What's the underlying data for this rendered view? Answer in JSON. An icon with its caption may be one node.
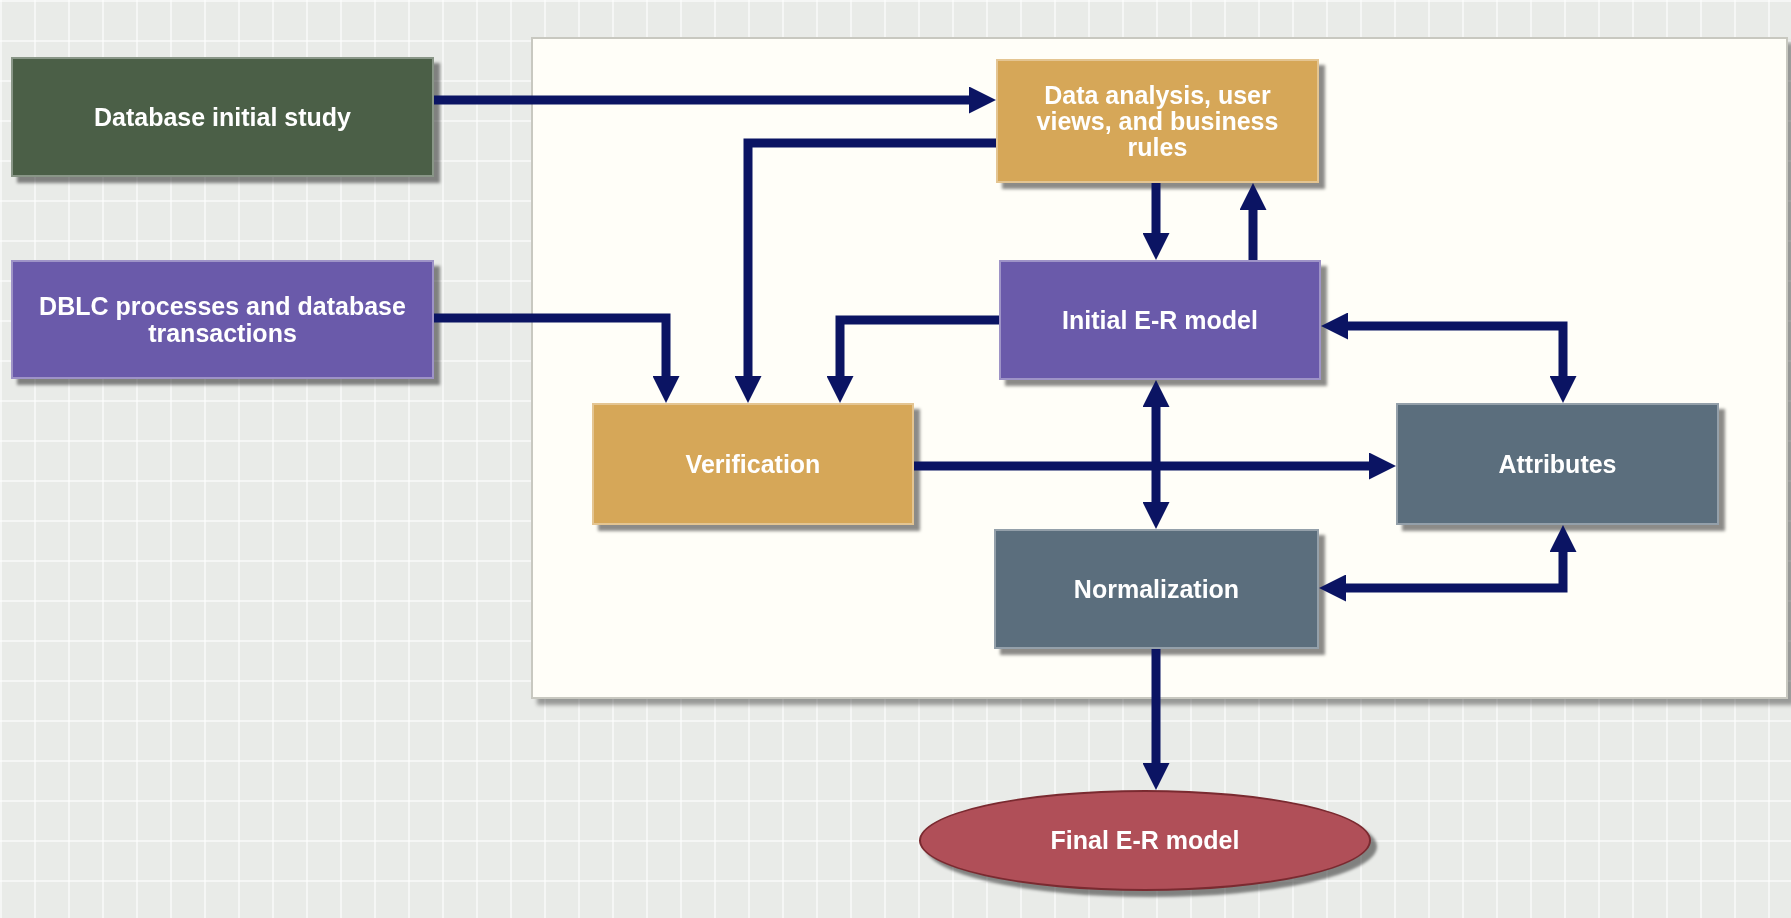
{
  "diagram": {
    "nodes": [
      {
        "text": [
          "Database initial study"
        ]
      },
      {
        "text": [
          "DBLC processes and database transactions"
        ]
      },
      {
        "text": [],
        "shape": "box"
      },
      {
        "text": [
          "Data analysis, user views, and business rules"
        ],
        "in": 2
      },
      {
        "text": [
          "Initial E-R model"
        ],
        "in": 2
      },
      {
        "text": [
          "Verification"
        ],
        "in": 2
      },
      {
        "text": [
          "Attributes"
        ],
        "in": 2
      },
      {
        "text": [
          "Normalization"
        ],
        "in": 2
      },
      {
        "text": [
          "Final E-R model"
        ]
      }
    ],
    "edges": [
      {
        "from": 0,
        "to": 3,
        "arrow": "to"
      },
      {
        "from": 3,
        "to": 5,
        "arrow": "to"
      },
      {
        "from": 1,
        "to": 5,
        "arrow": "to"
      },
      {
        "from": 3,
        "to": 4,
        "arrow": "to"
      },
      {
        "from": 4,
        "to": 3,
        "arrow": "to"
      },
      {
        "from": 4,
        "to": 5,
        "arrow": "to"
      },
      {
        "from": 4,
        "to": 6,
        "arrow": "both"
      },
      {
        "from": 4,
        "to": 7,
        "arrow": "both"
      },
      {
        "from": 5,
        "to": 6,
        "arrow": "to"
      },
      {
        "from": 7,
        "to": 6,
        "arrow": "both"
      },
      {
        "from": 7,
        "to": 8,
        "arrow": "to"
      }
    ]
  }
}
